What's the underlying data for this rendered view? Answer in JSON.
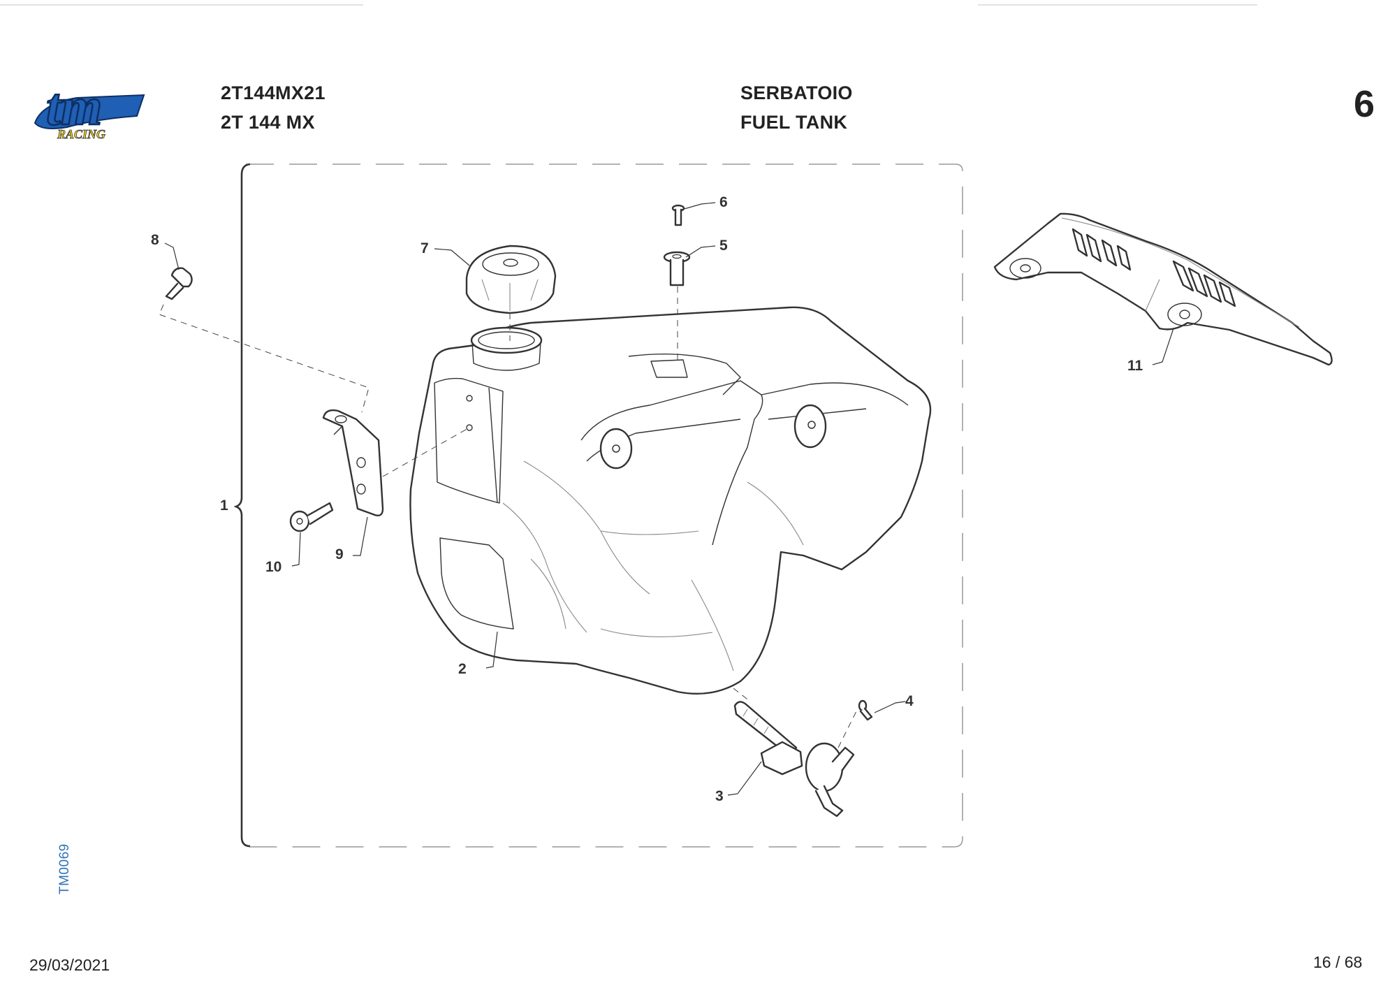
{
  "header": {
    "model_code": "2T144MX21",
    "model_name": "2T 144 MX",
    "section_it": "SERBATOIO",
    "section_en": "FUEL TANK",
    "table_number": "6"
  },
  "logo": {
    "brand": "tm",
    "sub": "RACING",
    "brand_color": "#1f5fb4",
    "sub_color": "#f2d21b"
  },
  "drawing_code": "TM0069",
  "footer": {
    "date": "29/03/2021",
    "page": "16 / 68"
  },
  "callouts": [
    "1",
    "2",
    "3",
    "4",
    "5",
    "6",
    "7",
    "8",
    "9",
    "10",
    "11"
  ]
}
